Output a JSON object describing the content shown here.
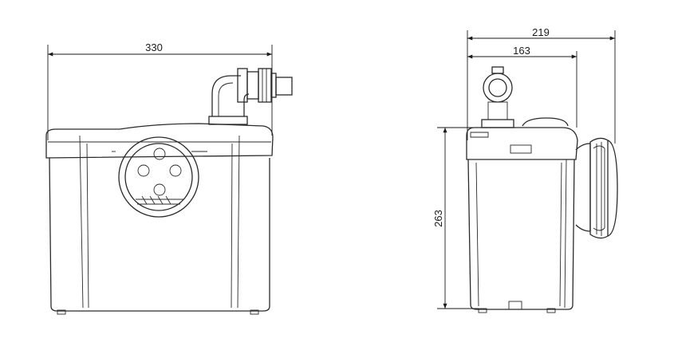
{
  "front_view": {
    "width_label": "330"
  },
  "side_view": {
    "depth_label": "219",
    "depth_inner_label": "163",
    "height_label": "263"
  },
  "colors": {
    "line": "#2a2a2a",
    "background": "#ffffff"
  }
}
